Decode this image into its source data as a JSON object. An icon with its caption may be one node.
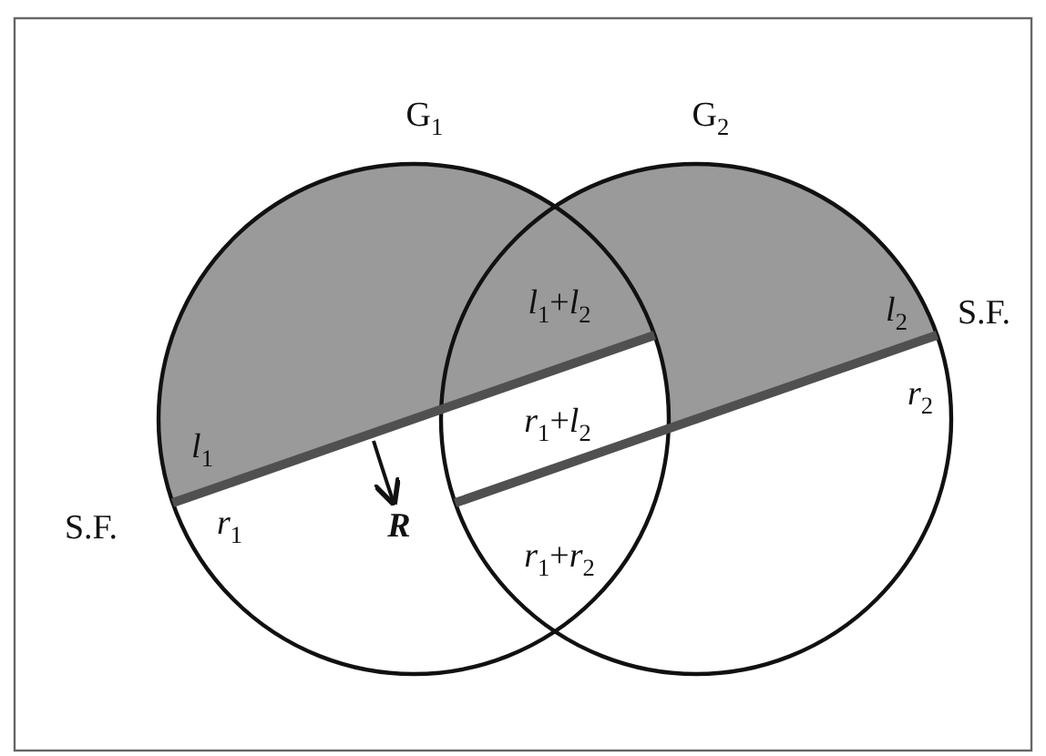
{
  "diagram": {
    "nodes": [
      {
        "text": [
          "G$_{1}$"
        ]
      },
      {
        "text": [
          "G$_{2}$"
        ]
      }
    ],
    "labels": [
      "*l*$_{1}$+*l*$_{2}$",
      "*l*$_{2}$",
      "S.F.",
      "*r*$_{2}$",
      "*l*$_{1}$",
      "*r*$_{1}$+*l*$_{2}$",
      "S.F.",
      "*r*$_{1}$",
      "R",
      "*r*$_{1}$+*r*$_{2}$"
    ]
  }
}
